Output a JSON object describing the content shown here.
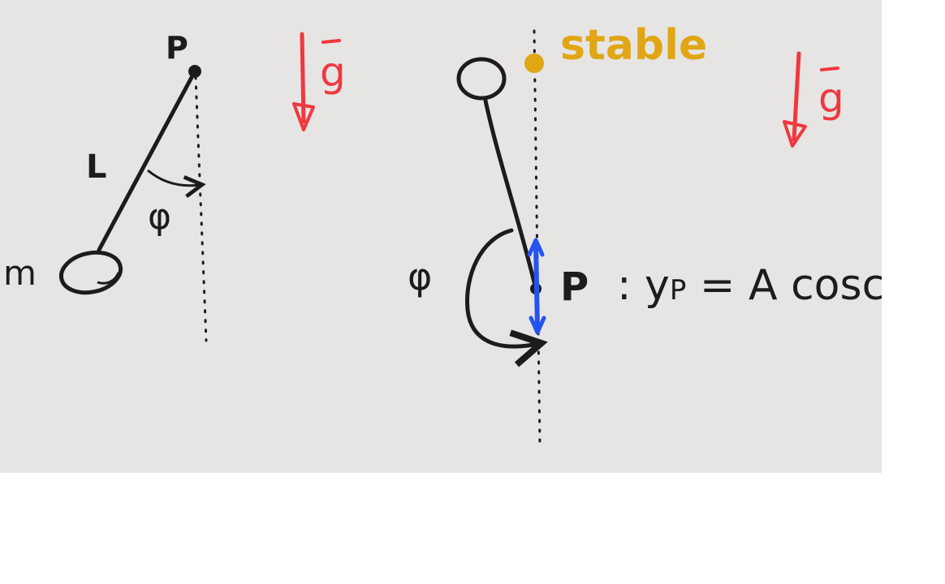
{
  "left_diagram": {
    "pivot_label": "P",
    "length_label": "L",
    "angle_label": "φ",
    "mass_label": "m",
    "gravity_label": "g",
    "gravity_color": "#f0383f",
    "ink_color": "#1c1c1c"
  },
  "right_diagram": {
    "stable_label": "stable",
    "stable_color": "#e0a614",
    "angle_label": "φ",
    "pivot_label": "P",
    "equation_text": ": y",
    "equation_subscript": "P",
    "equation_rest": " = A cosc",
    "gravity_label": "g",
    "gravity_color": "#f0383f",
    "oscillation_color": "#2553f0",
    "ink_color": "#1c1c1c"
  }
}
